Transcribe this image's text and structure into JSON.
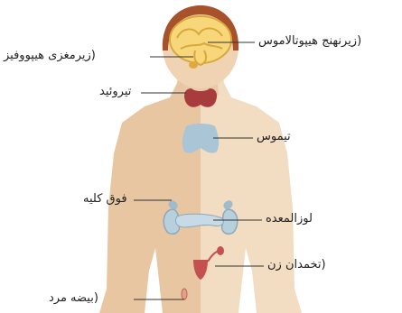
{
  "labels": {
    "hypothalamus": "زیرنهنج هیپوتالاموس)",
    "pituitary": "زیرمغزی هیپووفیز)",
    "thyroid": "تیروئید",
    "thymus": "تیموس",
    "adrenal": "فوق کلیه",
    "pancreas": "لوزالمعده",
    "ovary": "تخمدان زن)",
    "testis": "بیضه مرد)"
  },
  "colors": {
    "skin_light": "#f2dcc2",
    "skin_dark": "#e8c6a2",
    "hair": "#a7522a",
    "brain": "#f7d77a",
    "brain_line": "#d7a93c",
    "thyroid": "#a83c3c",
    "thymus": "#a9c5d6",
    "kidney": "#b8cfdc",
    "pancreas": "#c7dbe6",
    "ovary": "#c4504f",
    "leader": "#333333"
  }
}
